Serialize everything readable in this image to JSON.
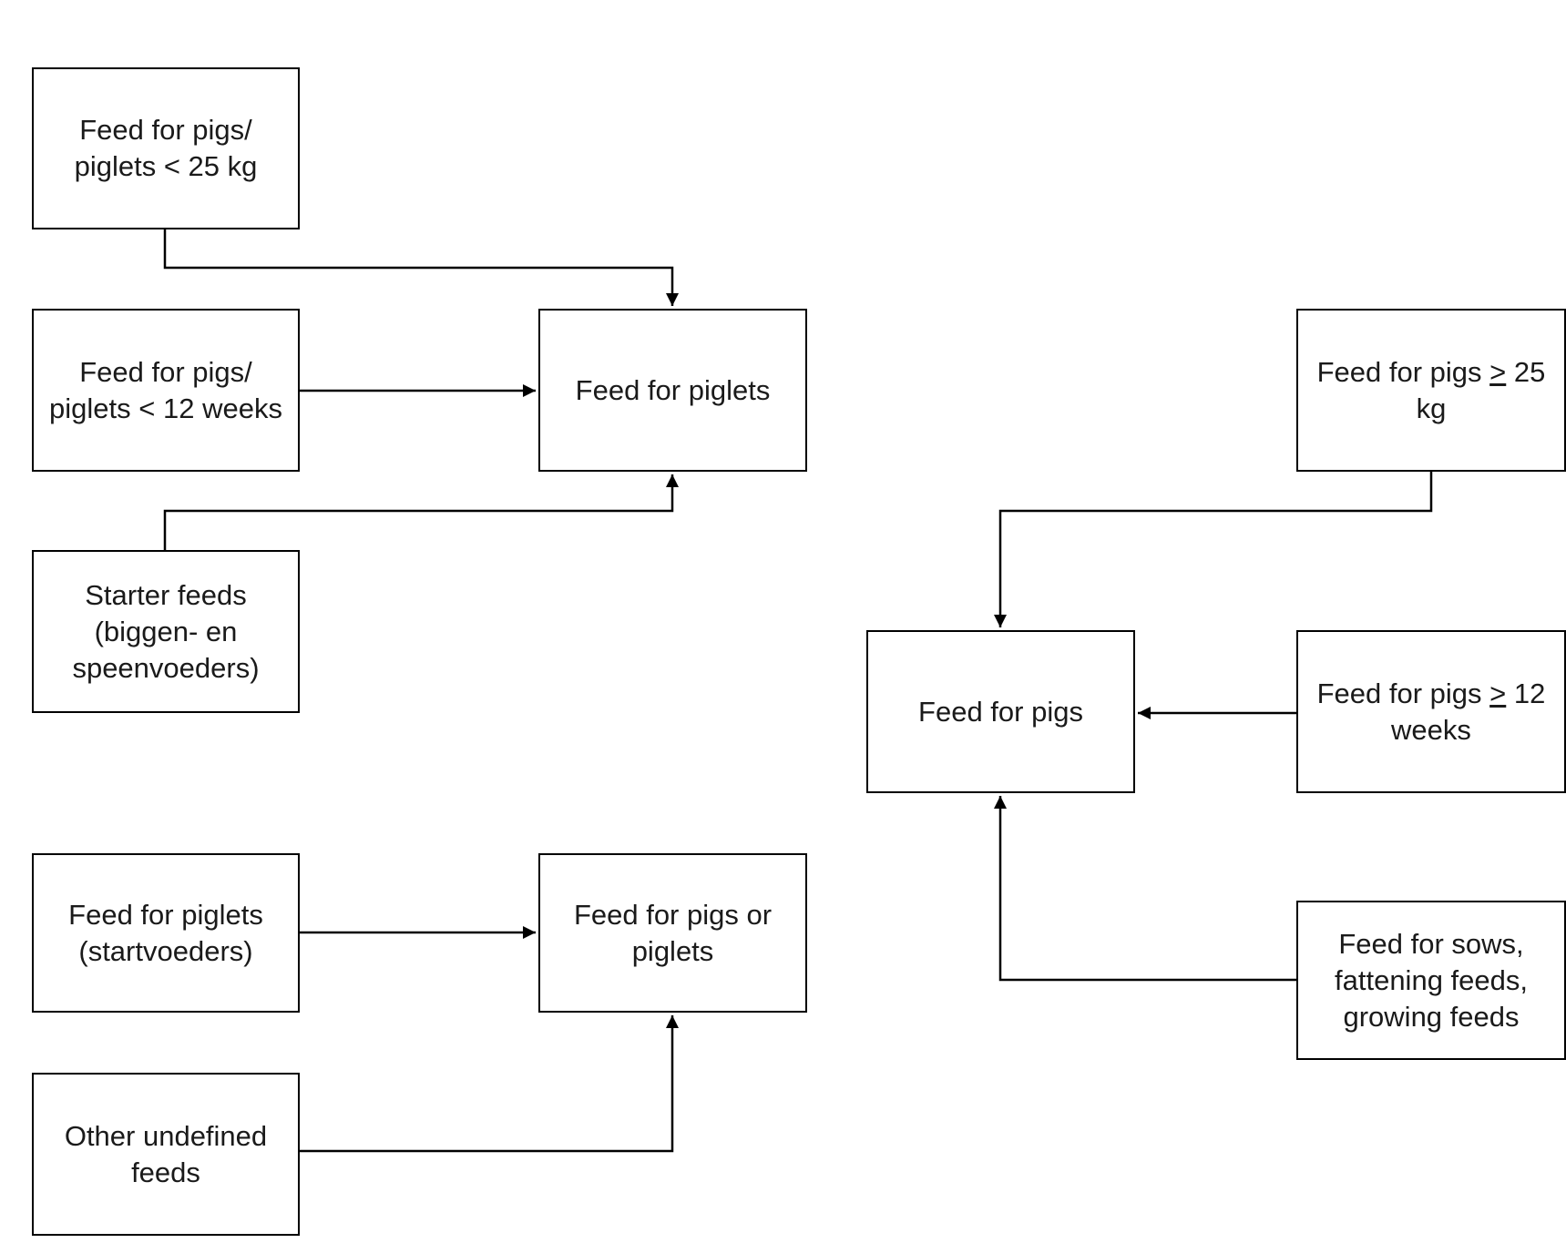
{
  "diagram": {
    "boxes": {
      "pigs_piglets_lt25kg": "Feed for pigs/\npiglets < 25 kg",
      "pigs_piglets_lt12w": "Feed for pigs/\npiglets < 12 weeks",
      "piglets": "Feed for piglets",
      "starter": "Starter feeds\n(biggen- en\nspeenvoeders)",
      "piglets_startvoeders": "Feed for piglets\n(startvoeders)",
      "pigs_or_piglets": "Feed for pigs or\npiglets",
      "other_undefined": "Other undefined\nfeeds",
      "pigs_ge25kg": {
        "prefix": "Feed for pigs ",
        "symbol": ">",
        "suffix": " 25\nkg"
      },
      "pigs": "Feed for pigs",
      "pigs_ge12w": {
        "prefix": "Feed for pigs ",
        "symbol": ">",
        "suffix": " 12\nweeks"
      },
      "sows": "Feed for sows,\nfattening feeds,\ngrowing feeds"
    },
    "edges": [
      {
        "from": "pigs_piglets_lt25kg",
        "to": "piglets"
      },
      {
        "from": "pigs_piglets_lt12w",
        "to": "piglets"
      },
      {
        "from": "starter",
        "to": "piglets"
      },
      {
        "from": "piglets_startvoeders",
        "to": "pigs_or_piglets"
      },
      {
        "from": "other_undefined",
        "to": "pigs_or_piglets"
      },
      {
        "from": "pigs_ge25kg",
        "to": "pigs"
      },
      {
        "from": "pigs_ge12w",
        "to": "pigs"
      },
      {
        "from": "sows",
        "to": "pigs"
      }
    ],
    "colors": {
      "line": "#000000",
      "text": "#1a1a1a",
      "background": "#ffffff"
    }
  }
}
